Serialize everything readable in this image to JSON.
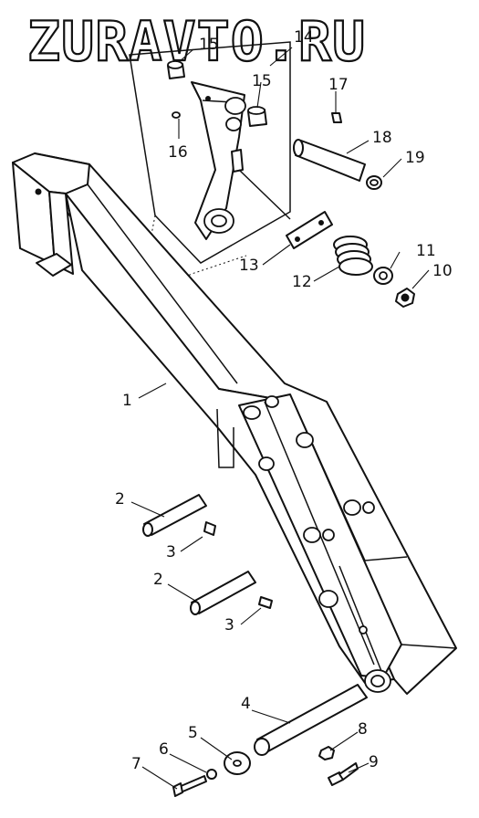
{
  "watermark": "ZURAVTO.RU",
  "callouts": [
    "1",
    "2",
    "3",
    "2",
    "3",
    "4",
    "5",
    "6",
    "7",
    "8",
    "9",
    "10",
    "11",
    "12",
    "13",
    "14",
    "15",
    "15",
    "16",
    "17",
    "18",
    "19"
  ]
}
